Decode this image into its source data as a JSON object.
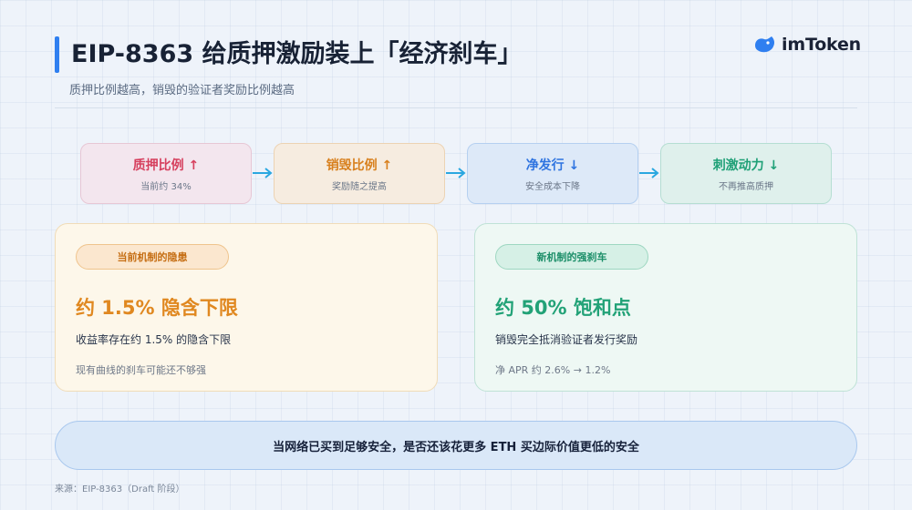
{
  "header": {
    "title": "EIP-8363 给质押激励装上「经济刹车」",
    "subtitle": "质押比例越高，销毁的验证者奖励比例越高",
    "brand": "imToken"
  },
  "flow": [
    {
      "title": "质押比例 ↑",
      "sub": "当前约 34%"
    },
    {
      "title": "销毁比例 ↑",
      "sub": "奖励随之提高"
    },
    {
      "title": "净发行 ↓",
      "sub": "安全成本下降"
    },
    {
      "title": "刺激动力 ↓",
      "sub": "不再推高质押"
    }
  ],
  "cards": {
    "current": {
      "tag": "当前机制的隐患",
      "headline": "约 1.5% 隐含下限",
      "body": "收益率存在约 1.5% 的隐含下限",
      "note": "现有曲线的刹车可能还不够强"
    },
    "proposed": {
      "tag": "新机制的强刹车",
      "headline": "约 50% 饱和点",
      "body": "销毁完全抵消验证者发行奖励",
      "note": "净 APR 约 2.6% → 1.2%"
    }
  },
  "banner": "当网络已买到足够安全，是否还该花更多 ETH 买边际价值更低的安全",
  "footer": {
    "source": "来源：EIP-8363（Draft 阶段）"
  },
  "colors": {
    "accent": "#2f7ff0",
    "warning": "#e08820",
    "positive": "#22a277",
    "danger": "#d6405e"
  }
}
